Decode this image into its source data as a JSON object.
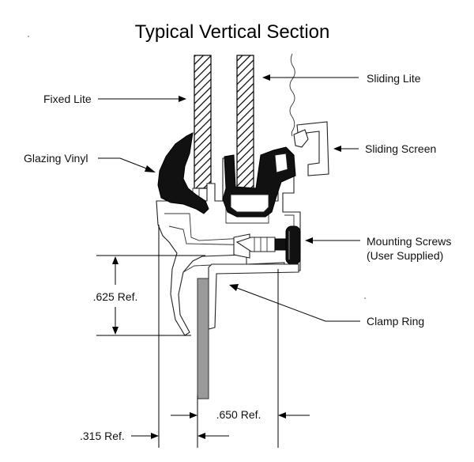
{
  "title": "Typical Vertical Section",
  "labels": {
    "fixed_lite": "Fixed Lite",
    "sliding_lite": "Sliding Lite",
    "glazing_vinyl": "Glazing Vinyl",
    "sliding_screen": "Sliding Screen",
    "mounting_screws_line1": "Mounting Screws",
    "mounting_screws_line2": "(User Supplied)",
    "clamp_ring": "Clamp Ring"
  },
  "dimensions": {
    "d625": ".625 Ref.",
    "d650": ".650 Ref.",
    "d315": ".315 Ref."
  },
  "colors": {
    "ink": "#000000",
    "clamp_ring_fill": "#9a9a9a",
    "glass_fill": "#ffffff"
  }
}
